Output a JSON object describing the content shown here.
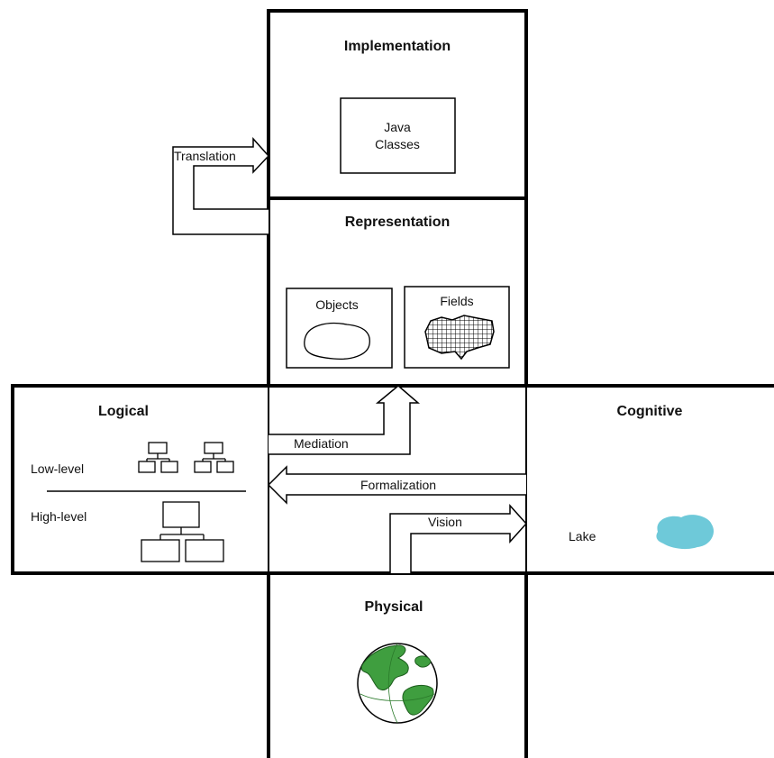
{
  "panels": {
    "implementation": {
      "title": "Implementation",
      "box_line1": "Java",
      "box_line2": "Classes"
    },
    "representation": {
      "title": "Representation",
      "objects_label": "Objects",
      "fields_label": "Fields"
    },
    "logical": {
      "title": "Logical",
      "low_level": "Low-level",
      "high_level": "High-level"
    },
    "cognitive": {
      "title": "Cognitive",
      "lake_label": "Lake"
    },
    "physical": {
      "title": "Physical"
    }
  },
  "arrows": {
    "translation": "Translation",
    "mediation": "Mediation",
    "formalization": "Formalization",
    "vision": "Vision"
  },
  "colors": {
    "lake": "#6ec9d9",
    "globe_land": "#3f9e3f",
    "globe_ocean": "#ffffff"
  },
  "icons": [
    "computer-network-icon",
    "globe-icon",
    "lake-icon",
    "field-grid-icon",
    "object-blob-icon"
  ]
}
